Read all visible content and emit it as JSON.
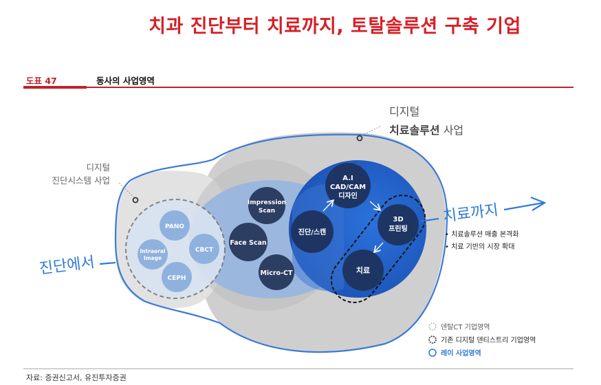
{
  "headline": "치과 진단부터 치료까지, 토탈솔루션 구축 기업",
  "figure": {
    "label": "도표 47",
    "title": "동사의 사업영역"
  },
  "source": "자료: 증권신고서, 유진투자증권",
  "regions": {
    "digital_treatment": {
      "line1": "디지털",
      "line2_bold": "치료솔루션",
      "line2_rest": " 사업"
    },
    "digital_diagnosis": {
      "line1": "디지털",
      "line2": "진단시스템 사업"
    }
  },
  "circles": {
    "pano": "PANO",
    "intraoral_1": "Intraoral",
    "intraoral_2": "Image",
    "cbct": "CBCT",
    "ceph": "CEPH",
    "impression_1": "Impression",
    "impression_2": "Scan",
    "face_scan": "Face Scan",
    "micro_ct": "Micro-CT",
    "diag_scan": "진단/스캔",
    "ai_1": "A.I",
    "ai_2": "CAD/CAM",
    "ai_3": "디자인",
    "print_1": "3D",
    "print_2": "프린팅",
    "treatment": "치료"
  },
  "callouts": {
    "from_diagnosis": "진단에서",
    "to_treatment": "치료까지",
    "bullets": [
      "치료솔루션 매출 본격화",
      "치료 기반의 시장 확대"
    ]
  },
  "legend": [
    {
      "text": "덴탈CT 기업영역",
      "style": "light-dashed"
    },
    {
      "text": "기존 디지털 덴티스트리 기업영역",
      "style": "dark-dashed"
    },
    {
      "text": "레이 사업영역",
      "style": "blue"
    }
  ],
  "colors": {
    "headline_red": "#d61f26",
    "outline_blue": "#2f7ad8",
    "navy_circle": "#2d3e63",
    "light_circle": "#8fb1dd",
    "blue_disc": "#1f5fc8"
  }
}
